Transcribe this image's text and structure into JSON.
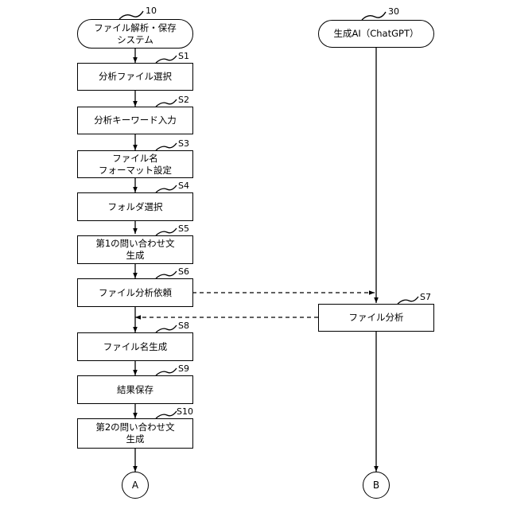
{
  "system_terminal": {
    "label": "ファイル解析・保存\nシステム",
    "ref": "10"
  },
  "ai_terminal": {
    "label": "生成AI（ChatGPT）",
    "ref": "30"
  },
  "steps": [
    {
      "id": "S1",
      "label": "分析ファイル選択"
    },
    {
      "id": "S2",
      "label": "分析キーワード入力"
    },
    {
      "id": "S3",
      "label": "ファイル名\nフォーマット設定"
    },
    {
      "id": "S4",
      "label": "フォルダ選択"
    },
    {
      "id": "S5",
      "label": "第1の問い合わせ文\n生成"
    },
    {
      "id": "S6",
      "label": "ファイル分析依頼"
    },
    {
      "id": "S7",
      "label": "ファイル分析"
    },
    {
      "id": "S8",
      "label": "ファイル名生成"
    },
    {
      "id": "S9",
      "label": "結果保存"
    },
    {
      "id": "S10",
      "label": "第2の問い合わせ文\n生成"
    }
  ],
  "connectors": [
    {
      "label": "A"
    },
    {
      "label": "B"
    }
  ]
}
